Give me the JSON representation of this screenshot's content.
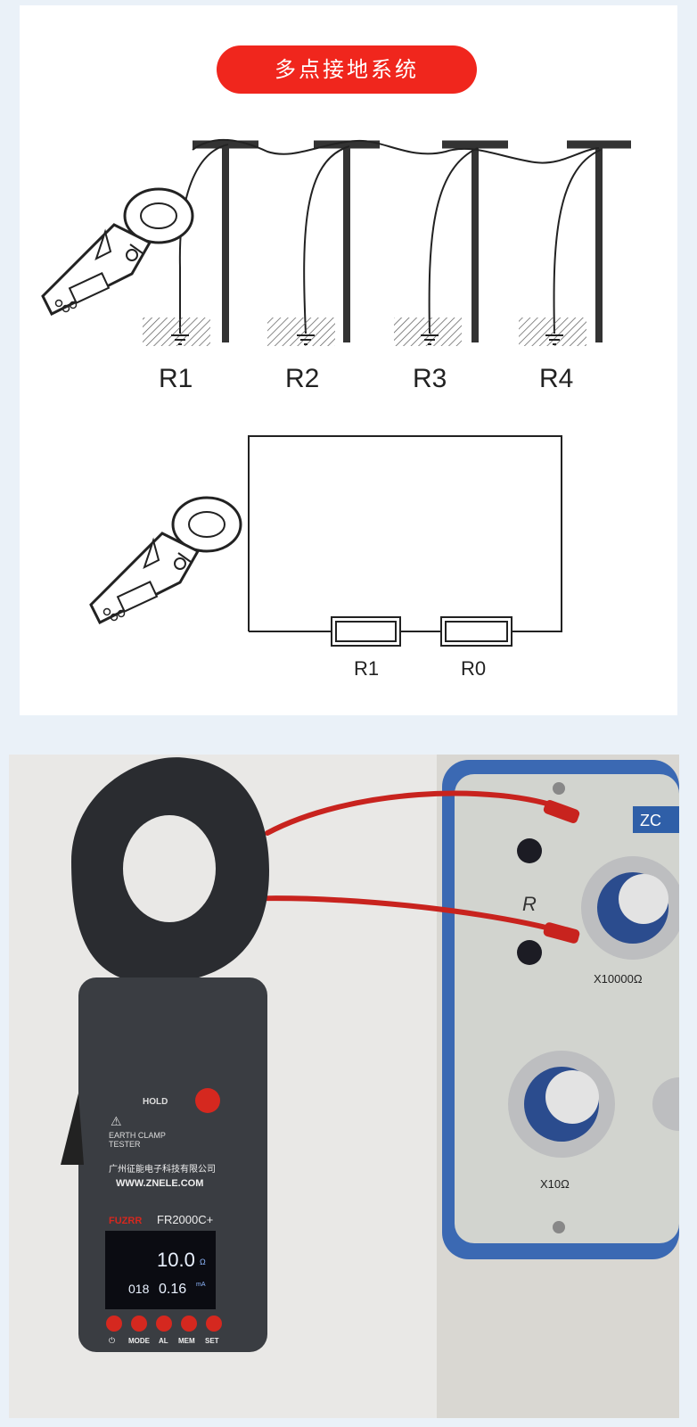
{
  "title": "多点接地系统",
  "top_diagram": {
    "labels": [
      "R1",
      "R2",
      "R3",
      "R4"
    ]
  },
  "bottom_diagram": {
    "labels": [
      "R1",
      "R0"
    ]
  },
  "photo": {
    "hold_label": "HOLD",
    "device_label_1": "EARTH CLAMP",
    "device_label_2": "TESTER",
    "company": "广州征能电子科技有限公司",
    "website": "WWW.ZNELE.COM",
    "brand": "FUZRR",
    "model": "FR2000C+",
    "display_main": "10.0",
    "display_main_unit": "Ω",
    "display_index": "018",
    "display_secondary": "0.16",
    "display_secondary_unit": "mA",
    "buttons": [
      "MODE",
      "AL",
      "MEM",
      "SET"
    ],
    "power_symbol": "⏻",
    "terminal_label": "R",
    "dial_label_1": "X10000Ω",
    "dial_label_2": "X10Ω",
    "box_brand_partial": "ZC"
  },
  "colors": {
    "title_bg": "#f0261d",
    "wire": "#c8231e",
    "clamp_body": "#3a3d42",
    "box_frame": "#2f5fa8"
  }
}
